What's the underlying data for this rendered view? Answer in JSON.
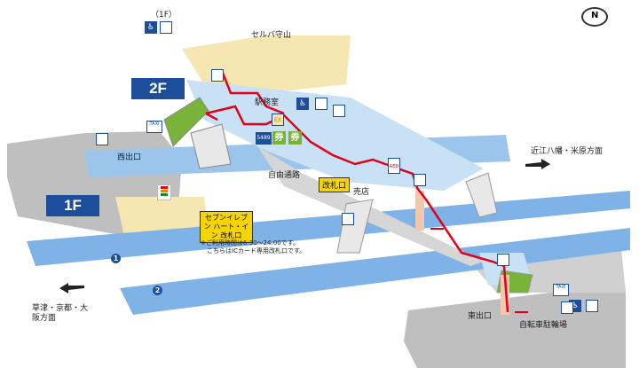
{
  "floors": {
    "upper": "2F",
    "lower": "1F"
  },
  "floor_note": "（1F）",
  "places": {
    "shopping_center": "セルバ守山",
    "station_office": "駅務室",
    "west_exit": "西出口",
    "east_exit": "東出口",
    "free_passage": "自由通路",
    "shop": "売店",
    "bicycle_parking": "自転車駐輪場",
    "ticket_gate": "改札口"
  },
  "seven_eleven": {
    "label": "セブンイレブン ハート・イン 改札口"
  },
  "notes": [
    "※ご利用時間は6:30〜24:00です。",
    "こちらはICカード専用改札口です。"
  ],
  "directions": {
    "north": "近江八幡・米原方面",
    "south": "草津・京都・大阪方面"
  },
  "tracks": [
    "1",
    "2"
  ],
  "compass": "N",
  "badges": {
    "ex": "EX",
    "number": "5489",
    "ticket": "券",
    "aed": "AED",
    "taxi": "TAXI"
  },
  "colors": {
    "floor_tag": "#1d4e9c",
    "route": "#e3001b",
    "platform": "#7fb2e6",
    "concourse": "#c9e1f5",
    "shop_area": "#f5e6b2",
    "ground": "#bfbfbf",
    "stairs_green": "#7ab33a"
  },
  "icons": [
    "toilet-icon",
    "wheelchair-icon",
    "elevator-icon",
    "taxi-icon",
    "bus-icon",
    "aed-icon",
    "ticket-machine-icon",
    "coin-locker-icon"
  ]
}
